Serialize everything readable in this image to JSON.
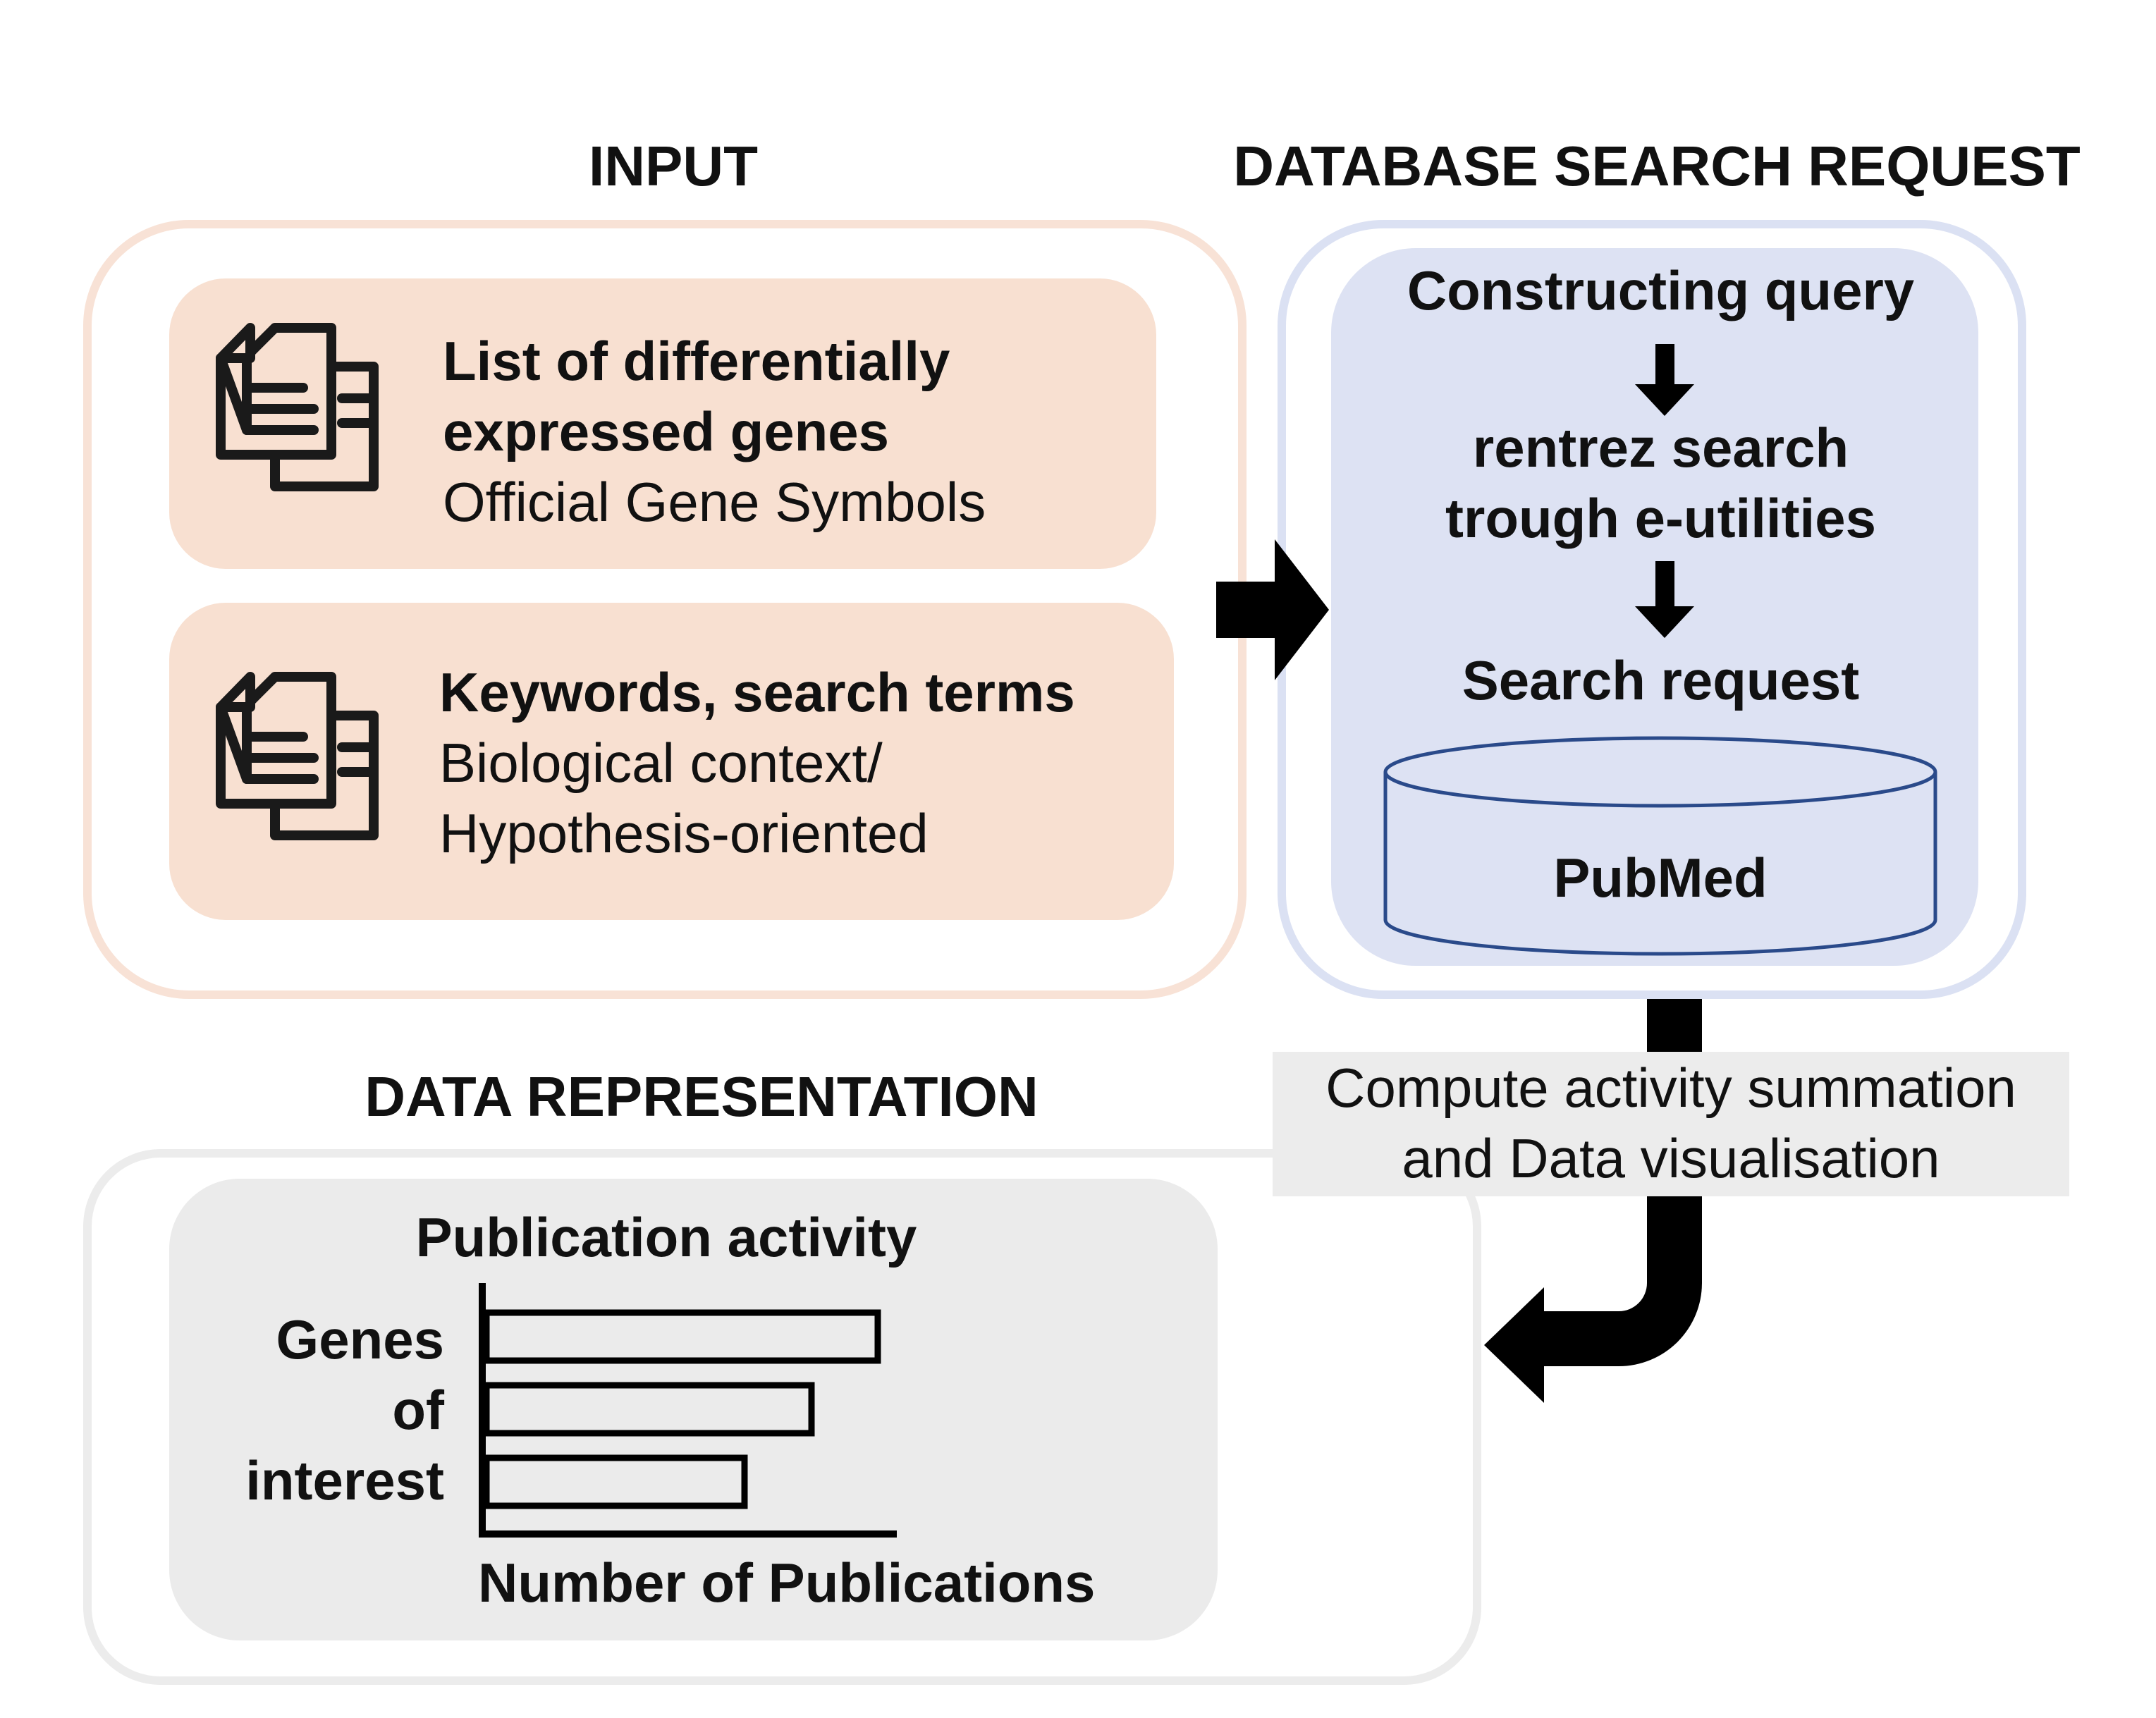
{
  "headings": {
    "input": "INPUT",
    "database": "DATABASE SEARCH REQUEST",
    "data_representation": "DATA REPRESENTATION"
  },
  "input": {
    "genes_box": {
      "title_line1": "List of differentially",
      "title_line2": "expressed genes",
      "subtitle": "Official Gene Symbols",
      "icon": "document-icon"
    },
    "keywords_box": {
      "title": "Keywords, search terms",
      "subtitle_line1": "Biological context/",
      "subtitle_line2": "Hypothesis-oriented",
      "icon": "document-icon"
    }
  },
  "database": {
    "step1": "Constructing query",
    "step2_line1": "rentrez search",
    "step2_line2": "trough e-utilities",
    "step3": "Search request",
    "db_label": "PubMed"
  },
  "compute_box": {
    "line1": "Compute activity summation",
    "line2": "and Data visualisation"
  },
  "representation": {
    "title": "Publication activity",
    "ylabel_lines": [
      "Genes",
      "of",
      "interest"
    ],
    "xlabel": "Number of Publications"
  },
  "chart_data": {
    "type": "bar",
    "orientation": "horizontal",
    "title": "Publication activity",
    "xlabel": "Number of Publications",
    "ylabel": "Genes of interest",
    "values": [
      1.0,
      0.83,
      0.66
    ],
    "note_values": "relative schematic bar lengths, fraction of longest bar"
  },
  "colors": {
    "input_frame": "#f8e2d6",
    "input_panel": "#f8e0d1",
    "db_frame": "#dbe1f3",
    "db_panel": "#dde2f3",
    "db_cylinder_stroke": "#2a4a8a",
    "rep_frame": "#ececec",
    "rep_panel": "#ebebeb",
    "compute_bg": "#ececec",
    "arrow": "#000000"
  }
}
